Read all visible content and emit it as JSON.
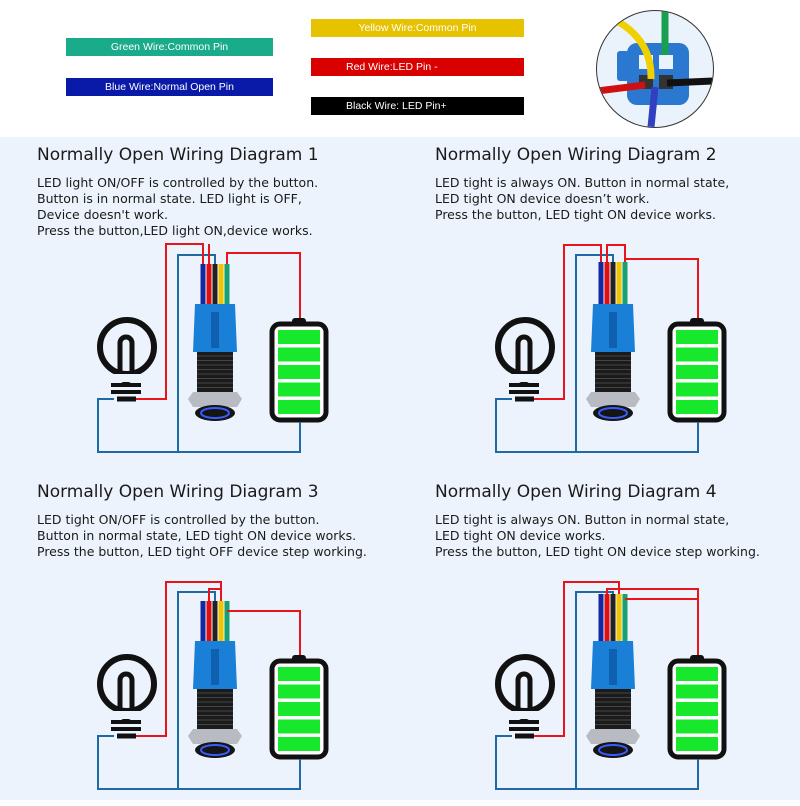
{
  "legend": {
    "items": [
      {
        "label": "Yellow Wire:Common Pin",
        "color": "#e6c200"
      },
      {
        "label": "Green Wire:Common Pin",
        "color": "#1aab8a"
      },
      {
        "label": "Red Wire:LED Pin -",
        "color": "#d90000"
      },
      {
        "label": "Blue Wire:Normal Open Pin",
        "color": "#0a1aa8"
      },
      {
        "label": "Black Wire: LED Pin+",
        "color": "#000000"
      }
    ]
  },
  "colors": {
    "wire_red": "#e8141b",
    "wire_blue": "#1f6aa5",
    "battery_cell": "#18e82c",
    "switch_body": "#1a7fd6",
    "background": "#edf3fc"
  },
  "panels": [
    {
      "title": "Normally Open Wiring Diagram 1",
      "description": "LED light ON/OFF is controlled by the button.\nButton is in normal state. LED light is OFF,\nDevice doesn't work.\nPress the button,LED light ON,device works."
    },
    {
      "title": "Normally Open Wiring Diagram 2",
      "description": "LED tight is always ON. Button in normal state,\nLED tight ON device doesn’t work.\nPress the button, LED tight ON device works."
    },
    {
      "title": "Normally Open Wiring Diagram 3",
      "description": "LED tight ON/OFF is controlled by the button.\nButton in normal state, LED tight ON device works.\nPress the button, LED tight OFF device step working."
    },
    {
      "title": "Normally Open Wiring Diagram 4",
      "description": "LED tight is always ON. Button in normal state,\nLED tight ON device works.\nPress the button, LED tight ON device step working."
    }
  ]
}
